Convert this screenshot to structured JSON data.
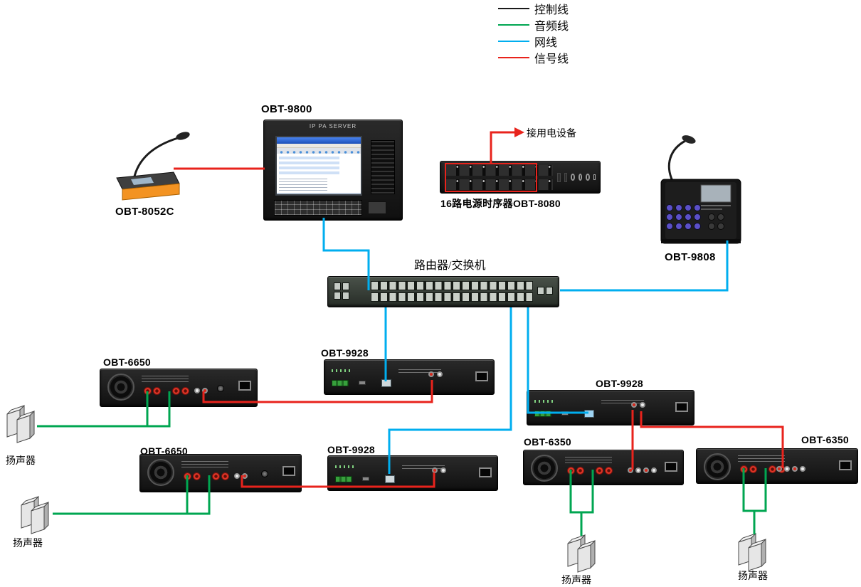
{
  "legend": {
    "items": [
      {
        "label": "控制线",
        "color": "#1a1a1a"
      },
      {
        "label": "音频线",
        "color": "#00a651"
      },
      {
        "label": "网线",
        "color": "#00aeef"
      },
      {
        "label": "信号线",
        "color": "#e8231c"
      }
    ]
  },
  "colors": {
    "control": "#1a1a1a",
    "audio": "#00a651",
    "network": "#00aeef",
    "signal": "#e8231c"
  },
  "devices": {
    "server": {
      "label": "OBT-9800",
      "panel_text": "IP PA SERVER"
    },
    "paging_mic": {
      "label": "OBT-8052C"
    },
    "power_sequencer": {
      "label": "16路电源时序器OBT-8080",
      "arrow_label": "接用电设备"
    },
    "paging_station": {
      "label": "OBT-9808"
    },
    "switch": {
      "label": "路由器/交换机"
    },
    "adapter1": {
      "label": "OBT-9928"
    },
    "adapter2": {
      "label": "OBT-9928"
    },
    "adapter3": {
      "label": "OBT-9928"
    },
    "amp1": {
      "label": "OBT-6650"
    },
    "amp2": {
      "label": "OBT-6650"
    },
    "amp3": {
      "label": "OBT-6350"
    },
    "amp4": {
      "label": "OBT-6350"
    },
    "speaker1": {
      "label": "扬声器"
    },
    "speaker2": {
      "label": "扬声器"
    },
    "speaker3": {
      "label": "扬声器"
    },
    "speaker4": {
      "label": "扬声器"
    }
  }
}
